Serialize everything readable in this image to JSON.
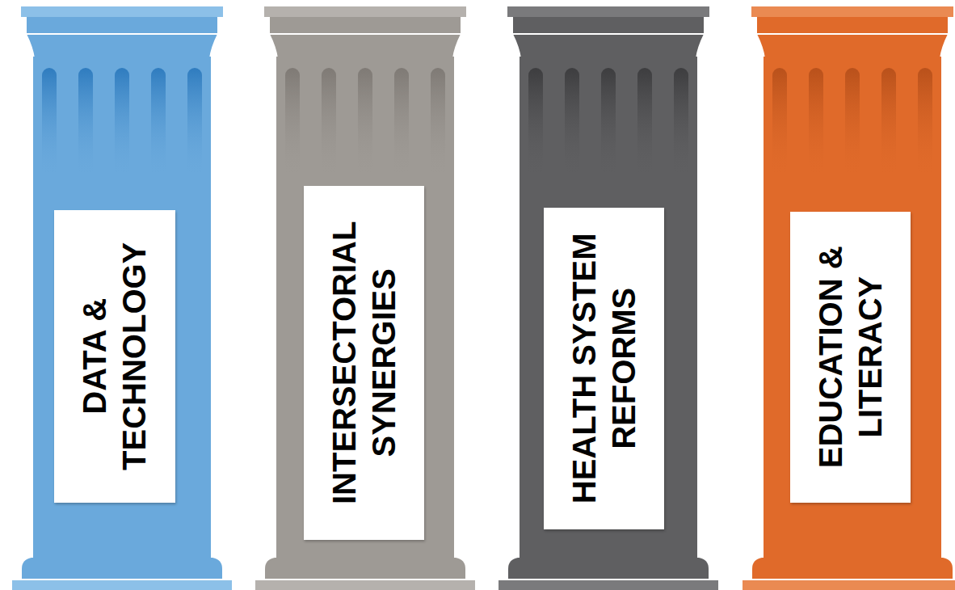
{
  "diagram": {
    "nodes": [
      {
        "text": [
          "DATA & TECHNOLOGY"
        ]
      },
      {
        "text": [
          "INTERSECTORIAL SYNERGIES"
        ]
      },
      {
        "text": [
          "HEALTH SYSTEM REFORMS"
        ]
      },
      {
        "text": [
          "EDUCATION & LITERACY"
        ]
      }
    ]
  }
}
